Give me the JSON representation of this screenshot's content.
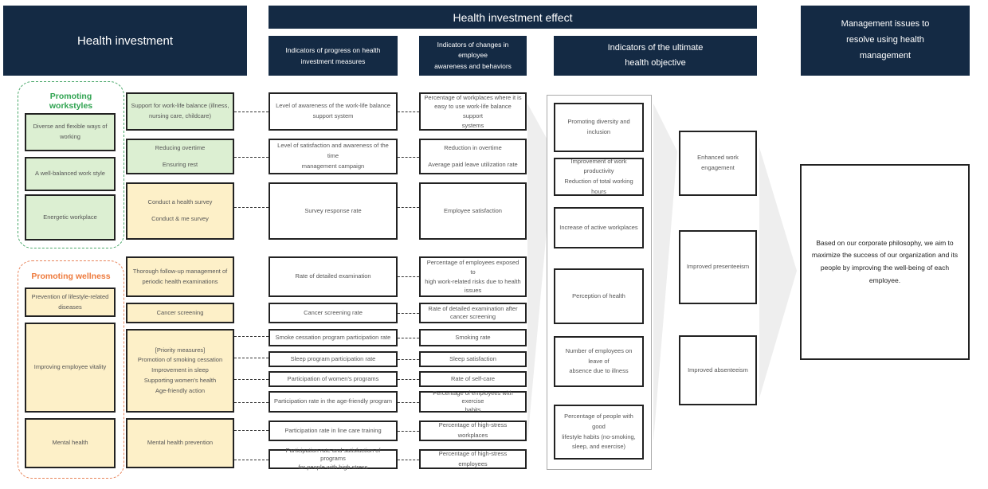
{
  "headers": {
    "health_investment": "Health investment",
    "effect": "Health investment effect",
    "progress": "Indicators of progress on health\ninvestment measures",
    "changes": "Indicators of changes in\nemployee\nawareness and behaviors",
    "ultimate": "Indicators of the ultimate\nhealth objective",
    "management": "Management issues to\nresolve using health\nmanagement"
  },
  "groups": {
    "workstyles": "Promoting\nworkstyles",
    "wellness": "Promoting wellness"
  },
  "categories": [
    "Diverse and flexible ways of\nworking",
    "A well-balanced work style",
    "Energetic workplace",
    "Prevention of lifestyle-related\ndiseases",
    "Improving employee vitality",
    "Mental health"
  ],
  "measures": [
    "Support for work-life balance (illness,\nnursing care, childcare)",
    "Reducing overtime\n\nEnsuring rest",
    "Conduct a health survey\n\nConduct & me survey",
    "Thorough follow-up management of\nperiodic health examinations",
    "Cancer screening",
    "[Priority measures]\nPromotion of smoking cessation\nImprovement in sleep\nSupporting women's health\nAge-friendly action",
    "Mental health prevention"
  ],
  "progress": [
    "Level of awareness of the work-life balance\nsupport system",
    "Level of satisfaction and awareness of the time\nmanagement campaign",
    "Survey response rate",
    "Rate of detailed examination",
    "Cancer screening rate",
    "Smoke cessation program participation rate",
    "Sleep program participation rate",
    "Participation of women's programs",
    "Participation rate in the age-friendly program",
    "Participation rate in line care training",
    "Participation rate and satisfaction of programs\nfor people with high stress"
  ],
  "changes": [
    "Percentage of workplaces where it is\neasy to use work-life balance support\nsystems",
    "Reduction in overtime\n\nAverage paid leave utilization rate",
    "Employee satisfaction",
    "Percentage of employees exposed to\nhigh work-related risks due to health\nissues",
    "Rate of detailed examination after\ncancer screening",
    "Smoking rate",
    "Sleep satisfaction",
    "Rate of self-care",
    "Percentage of employees with exercise\nhabits",
    "Percentage of high-stress workplaces",
    "Percentage of high-stress employees"
  ],
  "ultimate": [
    "Promoting diversity and inclusion",
    "Improvement of work productivity\nReduction of total working hours",
    "Increase of active workplaces",
    "Perception of health",
    "Number of employees on leave of\nabsence due to illness",
    "Percentage of people with good\nlifestyle habits (no-smoking,\nsleep, and exercise)"
  ],
  "outcomes": [
    "Enhanced work engagement",
    "Improved presenteeism",
    "Improved absenteeism"
  ],
  "management_text": "Based on our corporate philosophy, we aim to maximize the success of our organization and its people by improving the well-being of each employee."
}
